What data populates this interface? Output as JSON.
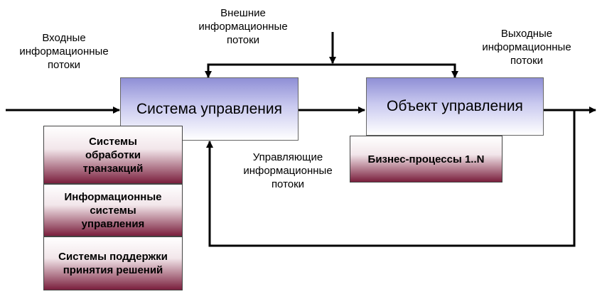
{
  "labels": {
    "input_flows": "Входные\nинформационные\nпотоки",
    "external_flows": "Внешние\nинформационные\nпотоки",
    "output_flows": "Выходные\nинформационные\nпотоки",
    "control_flows": "Управляющие\nинформационные\nпотоки"
  },
  "boxes": {
    "control_system": "Система управления",
    "control_object": "Объект управления",
    "business_processes": "Бизнес-процессы 1..N"
  },
  "subsystems": [
    "Системы\nобработки\nтранзакций",
    "Информационные\nсистемы\nуправления",
    "Системы поддержки\nпринятия решений"
  ],
  "colors": {
    "main_box_gradient": "#8f8fd6",
    "sub_box_gradient": "#7a1f3d",
    "arrow": "#000000"
  }
}
